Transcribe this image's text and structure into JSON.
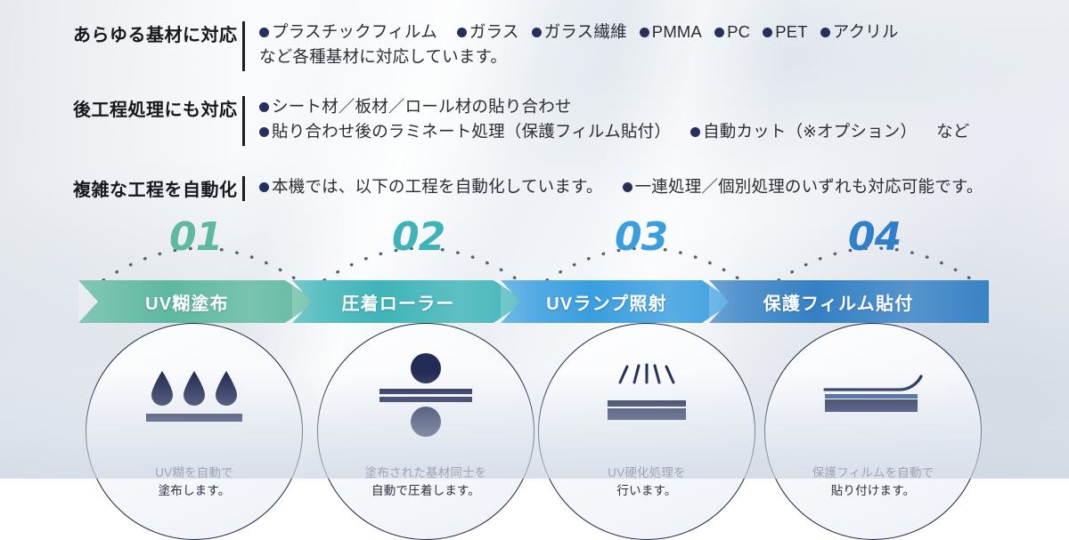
{
  "features": [
    {
      "heading": "あらゆる基材に対応",
      "lines": [
        {
          "items": [
            {
              "bullet": true,
              "text": "プラスチックフィルム"
            },
            {
              "bullet": true,
              "text": "ガラス"
            },
            {
              "bullet": true,
              "text": "ガラス繊維"
            },
            {
              "bullet": true,
              "text": "PMMA"
            },
            {
              "bullet": true,
              "text": "PC"
            },
            {
              "bullet": true,
              "text": "PET"
            },
            {
              "bullet": true,
              "text": "アクリル"
            }
          ]
        },
        {
          "items": [
            {
              "bullet": false,
              "text": "など各種基材に対応しています。"
            }
          ]
        }
      ]
    },
    {
      "heading": "後工程処理にも対応",
      "lines": [
        {
          "items": [
            {
              "bullet": true,
              "text": "シート材／板材／ロール材の貼り合わせ"
            }
          ]
        },
        {
          "items": [
            {
              "bullet": true,
              "text": "貼り合わせ後のラミネート処理（保護フィルム貼付）"
            },
            {
              "bullet": true,
              "text": "自動カット（※オプション）"
            },
            {
              "bullet": false,
              "text": "など"
            }
          ]
        }
      ]
    },
    {
      "heading": "複雑な工程を自動化",
      "lines": [
        {
          "items": [
            {
              "bullet": true,
              "text": "本機では、以下の工程を自動化しています。"
            },
            {
              "bullet": true,
              "text": "一連処理／個別処理のいずれも対応可能です。"
            }
          ]
        }
      ]
    }
  ],
  "process": {
    "steps": [
      {
        "number": "01",
        "label": "UV糊塗布",
        "caption_line1": "UV糊を自動で",
        "caption_line2": "塗布します。",
        "color": "#5fb8a0",
        "color_dark": "#4aa78e",
        "number_color": "#5fb8a0",
        "icon": "droplets-on-bar-icon"
      },
      {
        "number": "02",
        "label": "圧着ローラー",
        "caption_line1": "塗布された基材同士を",
        "caption_line2": "自動で圧着します。",
        "color": "#3fb4b8",
        "color_dark": "#35a7ab",
        "number_color": "#3fb4b8",
        "icon": "pressure-rollers-icon"
      },
      {
        "number": "03",
        "label": "UVランプ照射",
        "caption_line1": "UV硬化処理を",
        "caption_line2": "行います。",
        "color": "#3a9ede",
        "color_dark": "#2f8fd0",
        "number_color": "#3a9ede",
        "icon": "uv-lamp-rays-icon"
      },
      {
        "number": "04",
        "label": "保護フィルム貼付",
        "caption_line1": "保護フィルムを自動で",
        "caption_line2": "貼り付けます。",
        "color": "#3580c4",
        "color_dark": "#2b72b2",
        "number_color": "#2f80c8",
        "icon": "protective-film-icon"
      }
    ]
  },
  "colors": {
    "bullet": "#27305c",
    "heading_text": "#16181d",
    "body_text": "#2a2d33",
    "divider": "#1b1d22",
    "icon_navy": "#232c55",
    "circle_stroke": "#1c2440"
  }
}
